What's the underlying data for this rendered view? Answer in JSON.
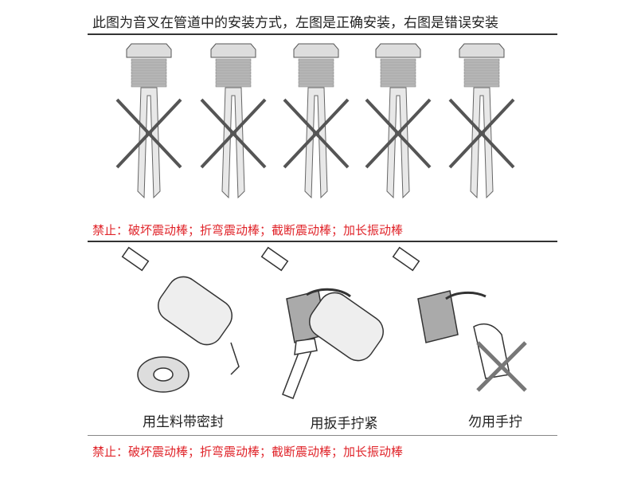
{
  "title": "此图为音叉在管道中的安装方式，左图是正确安装，右图是错误安装",
  "warning_top": "禁止：破坏震动棒；折弯震动棒；截断震动棒；加长振动棒",
  "warning_bottom": "禁止：破坏震动棒；折弯震动棒；截断震动棒；加长振动棒",
  "captions": [
    "用生料带密封",
    "用扳手拧紧",
    "勿用手拧"
  ],
  "colors": {
    "warning": "#e0242a",
    "cross": "#555555"
  }
}
